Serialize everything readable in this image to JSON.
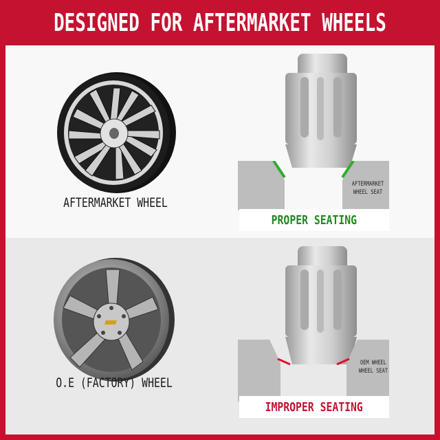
{
  "banner": {
    "title": "DESIGNED FOR AFTERMARKET WHEELS"
  },
  "top": {
    "wheel_label": "AFTERMARKET WHEEL",
    "seat_label_line1": "AFTERMARKET",
    "seat_label_line2": "WHEEL SEAT",
    "status": "PROPER SEATING",
    "status_color": "#1f8a1f",
    "wheel_icon": "aftermarket-wheel-icon"
  },
  "bottom": {
    "wheel_label": "O.E (FACTORY) WHEEL",
    "seat_label_line1": "OEM WHEEL",
    "seat_label_line2": "WHEEL SEAT",
    "status": "IMPROPER SEATING",
    "status_color": "#c41230",
    "wheel_icon": "factory-wheel-icon"
  },
  "colors": {
    "brand_red": "#c41230",
    "proper_green": "#2fae2f",
    "improper_red": "#e0102a"
  }
}
